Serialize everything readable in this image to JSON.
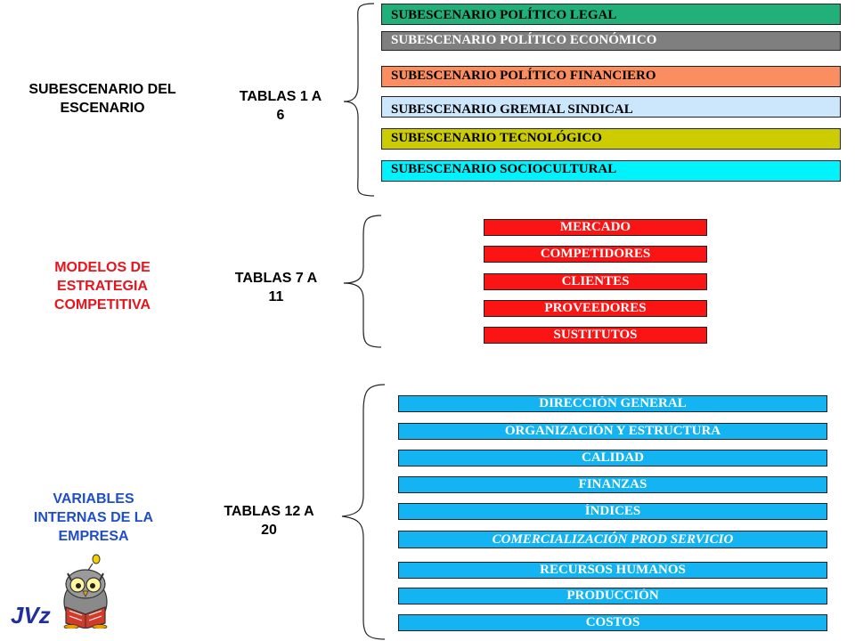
{
  "sections": [
    {
      "title_lines": [
        "SUBESCENARIO DEL",
        "ESCENARIO"
      ],
      "title_color": "#000000",
      "tables_lines": [
        "TABLAS 1 A",
        "6"
      ],
      "items": [
        {
          "label": "SUBESCENARIO POLÍTICO LEGAL",
          "color": "#21b07a"
        },
        {
          "label": "SUBESCENARIO POLÍTICO ECONÓMICO",
          "color": "#7f7f7f"
        },
        {
          "label": "SUBESCENARIO POLÍTICO FINANCIERO",
          "color": "#fa8e60"
        },
        {
          "label": "SUBESCENARIO GREMIAL SINDICAL",
          "color": "#cce6fb"
        },
        {
          "label": "SUBESCENARIO TECNOLÓGICO",
          "color": "#cccc00"
        },
        {
          "label": "SUBESCENARIO SOCIOCULTURAL",
          "color": "#00f2fc"
        }
      ]
    },
    {
      "title_lines": [
        "MODELOS DE",
        "ESTRATEGIA",
        "COMPETITIVA"
      ],
      "title_color": "#e8141d",
      "tables_lines": [
        "TABLAS 7 A",
        "11"
      ],
      "items": [
        {
          "label": "MERCADO",
          "color": "#fa1414"
        },
        {
          "label": "COMPETIDORES",
          "color": "#fa1414"
        },
        {
          "label": "CLIENTES",
          "color": "#fa1414"
        },
        {
          "label": "PROVEEDORES",
          "color": "#fa1414"
        },
        {
          "label": "SUSTITUTOS",
          "color": "#fa1414"
        }
      ]
    },
    {
      "title_lines": [
        "VARIABLES",
        "INTERNAS DE LA",
        "EMPRESA"
      ],
      "title_color": "#1f4ec8",
      "tables_lines": [
        "TABLAS 12 A",
        "20"
      ],
      "items": [
        {
          "label": "DIRECCIÓN GENERAL",
          "color": "#14b4f2"
        },
        {
          "label": "ORGANIZACIÓN Y ESTRUCTURA",
          "color": "#14b4f2"
        },
        {
          "label": "CALIDAD",
          "color": "#14b4f2"
        },
        {
          "label": "FINANZAS",
          "color": "#14b4f2"
        },
        {
          "label": "ÍNDICES",
          "color": "#14b4f2"
        },
        {
          "label": "COMERCIALIZACIÓN PROD SERVICIO",
          "color": "#14b4f2"
        },
        {
          "label": "RECURSOS HUMANOS",
          "color": "#14b4f2"
        },
        {
          "label": "PRODUCCIÓN",
          "color": "#14b4f2"
        },
        {
          "label": "COSTOS",
          "color": "#14b4f2"
        }
      ]
    }
  ],
  "logo": {
    "text": "JVz",
    "icon": "owl-reading-book-icon"
  }
}
